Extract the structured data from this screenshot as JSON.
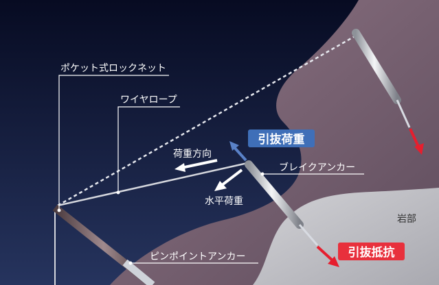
{
  "labels": {
    "pocket_net": "ポケット式ロックネット",
    "wire_rope": "ワイヤロープ",
    "load_direction": "荷重方向",
    "pullout_load": "引抜荷重",
    "brake_anchor": "ブレイクアンカー",
    "horizontal_load": "水平荷重",
    "rock": "岩部",
    "pinpoint_anchor": "ピンポイントアンカー",
    "pullout_resistance": "引抜抵抗"
  },
  "colors": {
    "sky_top": "#0a0f2a",
    "sky_bottom": "#26345e",
    "slope": "#7d6677",
    "rock": "#c8c8cc",
    "badge_blue": "#3f6fb8",
    "badge_red": "#e8303c",
    "arrow_red": "#e61e2e",
    "arrow_blue": "#5a82c8"
  }
}
